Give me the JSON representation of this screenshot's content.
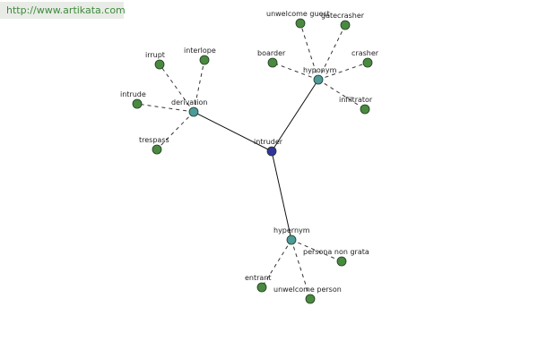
{
  "watermark": "http://www.artikata.com",
  "colors": {
    "root": "#33339a",
    "hub": "#4d9a9a",
    "leaf": "#4a8a40",
    "solid_edge": "#111111",
    "dashed_edge": "#333333"
  },
  "nodes": [
    {
      "id": "intruder",
      "label": "intruder",
      "kind": "root"
    },
    {
      "id": "derivation",
      "label": "derivation",
      "kind": "hub"
    },
    {
      "id": "hyponym",
      "label": "hyponym",
      "kind": "hub"
    },
    {
      "id": "hypernym",
      "label": "hypernym",
      "kind": "hub"
    },
    {
      "id": "irrupt",
      "label": "irrupt",
      "kind": "leaf"
    },
    {
      "id": "interlope",
      "label": "interlope",
      "kind": "leaf"
    },
    {
      "id": "intrude",
      "label": "intrude",
      "kind": "leaf"
    },
    {
      "id": "trespass",
      "label": "trespass",
      "kind": "leaf"
    },
    {
      "id": "unwelcome-guest",
      "label": "unwelcome guest",
      "kind": "leaf"
    },
    {
      "id": "gatecrasher",
      "label": "gatecrasher",
      "kind": "leaf"
    },
    {
      "id": "boarder",
      "label": "boarder",
      "kind": "leaf"
    },
    {
      "id": "crasher",
      "label": "crasher",
      "kind": "leaf"
    },
    {
      "id": "infiltrator",
      "label": "infiltrator",
      "kind": "leaf"
    },
    {
      "id": "persona-non-grata",
      "label": "persona non grata",
      "kind": "leaf"
    },
    {
      "id": "entrant",
      "label": "entrant",
      "kind": "leaf"
    },
    {
      "id": "unwelcome-person",
      "label": "unwelcome person",
      "kind": "leaf"
    }
  ],
  "edges": [
    {
      "from": "intruder",
      "to": "derivation",
      "style": "solid"
    },
    {
      "from": "intruder",
      "to": "hyponym",
      "style": "solid"
    },
    {
      "from": "intruder",
      "to": "hypernym",
      "style": "solid"
    },
    {
      "from": "derivation",
      "to": "irrupt",
      "style": "dashed"
    },
    {
      "from": "derivation",
      "to": "interlope",
      "style": "dashed"
    },
    {
      "from": "derivation",
      "to": "intrude",
      "style": "dashed"
    },
    {
      "from": "derivation",
      "to": "trespass",
      "style": "dashed"
    },
    {
      "from": "hyponym",
      "to": "unwelcome-guest",
      "style": "dashed"
    },
    {
      "from": "hyponym",
      "to": "gatecrasher",
      "style": "dashed"
    },
    {
      "from": "hyponym",
      "to": "boarder",
      "style": "dashed"
    },
    {
      "from": "hyponym",
      "to": "crasher",
      "style": "dashed"
    },
    {
      "from": "hyponym",
      "to": "infiltrator",
      "style": "dashed"
    },
    {
      "from": "hypernym",
      "to": "persona-non-grata",
      "style": "dashed"
    },
    {
      "from": "hypernym",
      "to": "entrant",
      "style": "dashed"
    },
    {
      "from": "hypernym",
      "to": "unwelcome-person",
      "style": "dashed"
    }
  ]
}
